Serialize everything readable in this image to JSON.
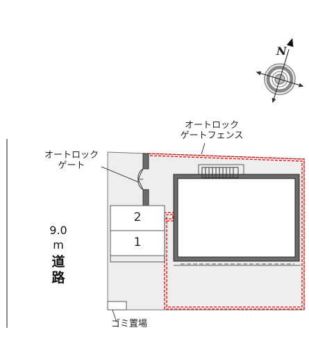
{
  "compass": {
    "north_label": "N"
  },
  "labels": {
    "fence_gate_line1": "オートロック",
    "fence_gate_line2": "ゲートフェンス",
    "gate_line1": "オートロック",
    "gate_line2": "ゲート",
    "trash": "ゴミ置場"
  },
  "parking": {
    "slots": [
      "2",
      "1"
    ]
  },
  "road": {
    "width": "9.0",
    "unit": "m",
    "name_char1": "道",
    "name_char2": "路"
  },
  "colors": {
    "lot_fill": "#eeeeee",
    "boundary": "#e60000",
    "building_wall": "#6b6b6b",
    "line": "#555555"
  }
}
